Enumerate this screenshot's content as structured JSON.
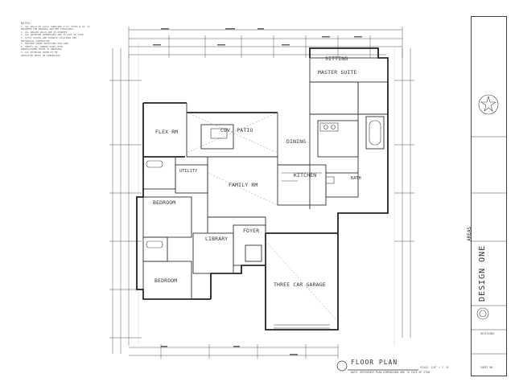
{
  "notes": {
    "heading": "NOTES:",
    "lines": [
      "1. ALL WALLS BY LOCAL SUPPLIER 2\"x4\" STUDS @ 16\" OC",
      "   REQUIRED FOR BEARING AND PER STRUCTURAL",
      "2. ALL ANGLED WALLS ARE 45 DEGREES",
      "3. ALL INTERIOR DIMENSIONS ARE TO FACE OF STUD",
      "4. ATTIC ACCESS AND FURNACE LOCATIONS PER",
      "   MECHANICAL CONTRACTOR",
      "5. PROVIDE SMOKE DETECTORS PER CODE",
      "6. VERIFY ALL WINDOW SIZES WITH",
      "   MANUFACTURER PRIOR TO ORDERING",
      "7. ALL EXTERIOR DOORS TO BE",
      "   INSULATED METAL OR FIBERGLASS"
    ]
  },
  "rooms": {
    "sitting": "SITTING",
    "master_suite": "MASTER SUITE",
    "flex_rm": "FLEX RM",
    "cov_patio": "COV. PATIO",
    "dining": "DINING",
    "family_rm": "FAMILY RM",
    "kitchen": "KITCHEN",
    "bedroom_left": "BEDROOM",
    "library": "LIBRARY",
    "foyer": "FOYER",
    "bedroom_bottom": "BEDROOM",
    "garage": "THREE CAR GARAGE",
    "bath": "BATH",
    "utility": "UTILITY"
  },
  "title": {
    "plan_title": "FLOOR PLAN",
    "scale": "SCALE: 1/8\" = 1'-0\"",
    "subtitle": "NOTE: REFERENCE PLAN DIMENSIONS ARE TO FACE OF STUD"
  },
  "titleblock": {
    "areas": "AREAS",
    "firm": "DESIGN ONE",
    "revisions": "REVISIONS",
    "sheet": "SHEET NO."
  }
}
